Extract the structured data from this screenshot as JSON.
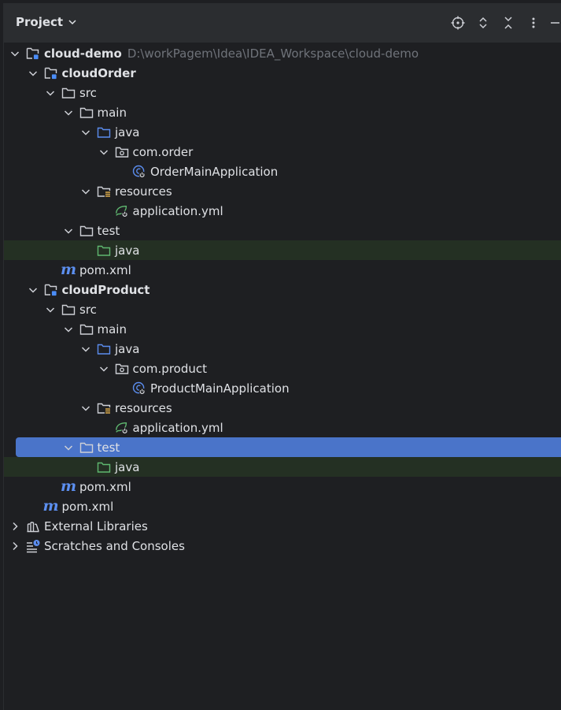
{
  "header": {
    "title": "Project"
  },
  "tree": [
    {
      "label": "cloud-demo",
      "path": "D:\\workPagem\\Idea\\IDEA_Workspace\\cloud-demo",
      "bold": true,
      "icon": "module-folder-icon"
    },
    {
      "label": "cloudOrder",
      "bold": true,
      "icon": "module-folder-icon"
    },
    {
      "label": "src",
      "icon": "folder-icon"
    },
    {
      "label": "main",
      "icon": "folder-icon"
    },
    {
      "label": "java",
      "icon": "source-folder-icon"
    },
    {
      "label": "com.order",
      "icon": "package-icon"
    },
    {
      "label": "OrderMainApplication",
      "icon": "spring-boot-class-icon"
    },
    {
      "label": "resources",
      "icon": "resources-folder-icon"
    },
    {
      "label": "application.yml",
      "icon": "spring-config-icon"
    },
    {
      "label": "test",
      "icon": "folder-icon"
    },
    {
      "label": "java",
      "icon": "test-source-folder-icon"
    },
    {
      "label": "pom.xml",
      "icon": "maven-icon"
    },
    {
      "label": "cloudProduct",
      "bold": true,
      "icon": "module-folder-icon"
    },
    {
      "label": "src",
      "icon": "folder-icon"
    },
    {
      "label": "main",
      "icon": "folder-icon"
    },
    {
      "label": "java",
      "icon": "source-folder-icon"
    },
    {
      "label": "com.product",
      "icon": "package-icon"
    },
    {
      "label": "ProductMainApplication",
      "icon": "spring-boot-class-icon"
    },
    {
      "label": "resources",
      "icon": "resources-folder-icon"
    },
    {
      "label": "application.yml",
      "icon": "spring-config-icon"
    },
    {
      "label": "test",
      "icon": "folder-icon"
    },
    {
      "label": "java",
      "icon": "test-source-folder-icon"
    },
    {
      "label": "pom.xml",
      "icon": "maven-icon"
    },
    {
      "label": "pom.xml",
      "icon": "maven-icon"
    },
    {
      "label": "External Libraries",
      "icon": "libraries-icon"
    },
    {
      "label": "Scratches and Consoles",
      "icon": "scratches-icon"
    }
  ],
  "colors": {
    "accent": "#4a74c9",
    "test_highlight": "#243023",
    "panel_bg": "#1e1f22",
    "header_bg": "#2b2d30"
  }
}
